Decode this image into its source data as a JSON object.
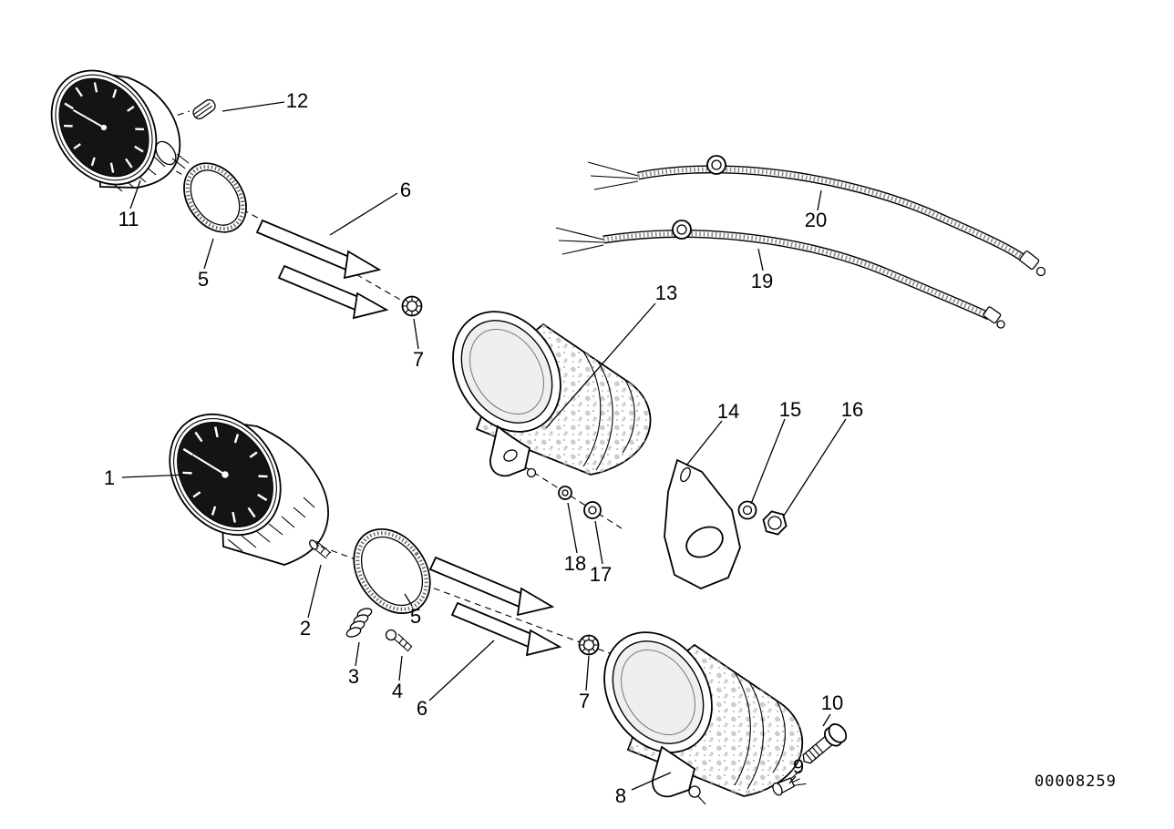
{
  "diagram": {
    "code": "00008259",
    "colors": {
      "line": "#000000",
      "background": "#ffffff",
      "gauge_face": "#141414"
    },
    "callouts": [
      {
        "text": "12"
      },
      {
        "text": "6"
      },
      {
        "text": "11"
      },
      {
        "text": "5"
      },
      {
        "text": "7"
      },
      {
        "text": "13"
      },
      {
        "text": "20"
      },
      {
        "text": "19"
      },
      {
        "text": "14"
      },
      {
        "text": "15"
      },
      {
        "text": "16"
      },
      {
        "text": "1"
      },
      {
        "text": "2"
      },
      {
        "text": "3"
      },
      {
        "text": "4"
      },
      {
        "text": "5"
      },
      {
        "text": "6"
      },
      {
        "text": "7"
      },
      {
        "text": "18"
      },
      {
        "text": "17"
      },
      {
        "text": "8"
      },
      {
        "text": "10"
      },
      {
        "text": "9"
      }
    ]
  }
}
